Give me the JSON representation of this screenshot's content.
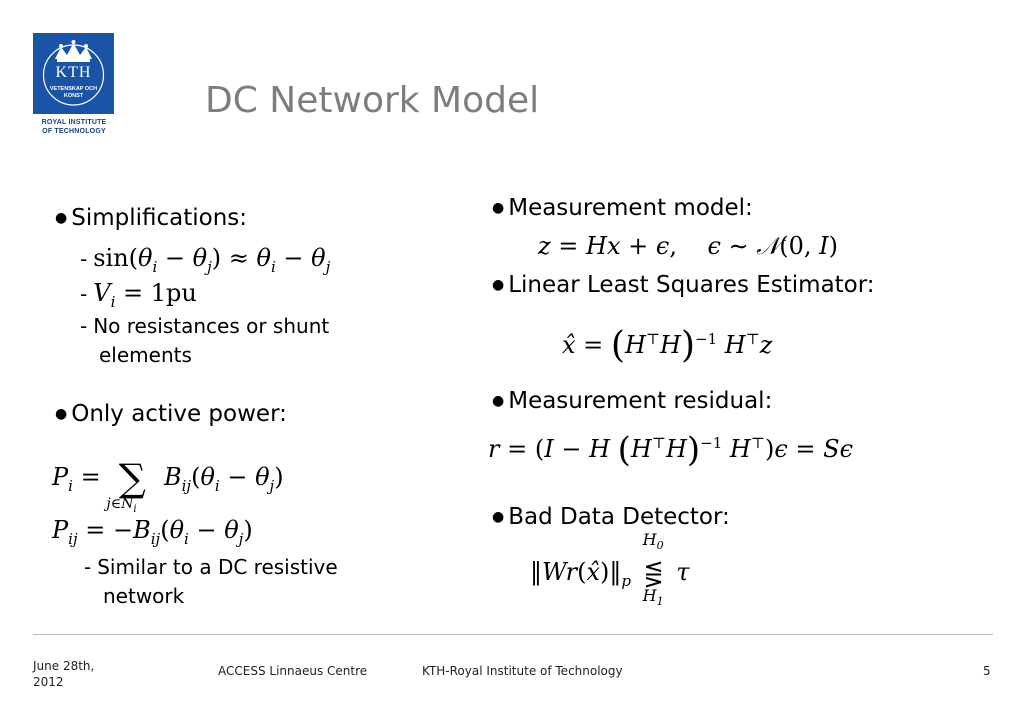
{
  "logo": {
    "text": "KTH",
    "motto": "VETENSKAP OCH KONST",
    "sub_line1": "ROYAL INSTITUTE",
    "sub_line2": "OF TECHNOLOGY"
  },
  "title": "DC Network Model",
  "left": {
    "b1": "Simplifications:",
    "b1_item3_line1": "No resistances or shunt",
    "b1_item3_line2": "elements",
    "b2": "Only active power:",
    "b2_item_line1": "Similar to a DC resistive",
    "b2_item_line2": "network"
  },
  "right": {
    "b1": "Measurement model:",
    "b2": "Linear Least Squares Estimator:",
    "b3": "Measurement residual:",
    "b4": "Bad Data Detector:"
  },
  "footer": {
    "date_line1": "June 28th,",
    "date_line2": "2012",
    "center1": "ACCESS Linnaeus Centre",
    "center2": "KTH-Royal Institute of Technology",
    "page": "5"
  },
  "colors": {
    "logo_blue": "#1a54a6",
    "title_gray": "#7d7d7d",
    "rule_gray": "#bdbdbd"
  }
}
